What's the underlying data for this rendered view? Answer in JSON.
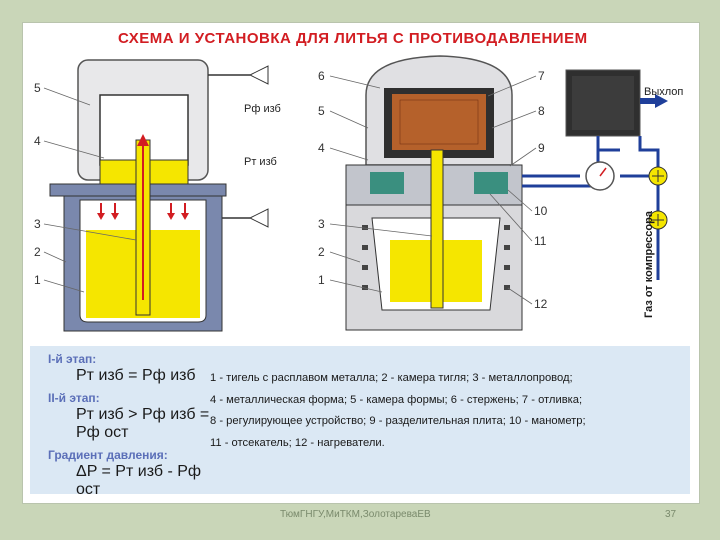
{
  "title": "СХЕМА И УСТАНОВКА ДЛЯ ЛИТЬЯ С ПРОТИВОДАВЛЕНИЕМ",
  "left_diagram": {
    "numbers": [
      "5",
      "4",
      "3",
      "2",
      "1"
    ],
    "pressure_labels": [
      "Pф изб",
      "Pт изб"
    ]
  },
  "right_diagram": {
    "numbers_left": [
      "6",
      "5",
      "4",
      "3",
      "2",
      "1"
    ],
    "numbers_right": [
      "7",
      "8",
      "9",
      "10",
      "11",
      "12"
    ],
    "exhaust_label": "Выхлоп",
    "gas_label": "Газ от компрессора"
  },
  "stages": {
    "stage1_title": "I-й этап:",
    "stage1_formula": "Pт изб = Pф изб",
    "stage2_title": "II-й этап:",
    "stage2_formula": "Pт изб > Pф изб = Pф ост",
    "gradient_title": "Градиент давления:",
    "gradient_formula": "ΔP = Pт изб - Pф ост"
  },
  "legend_items": [
    "1 - тигель с расплавом металла;  2 - камера тигля;  3 - металлопровод;",
    "4 - металлическая форма;  5 - камера формы;  6 - стержень;  7 - отливка;",
    "8 - регулирующее устройство;  9 - разделительная плита;  10 - манометр;",
    "11 - отсекатель;  12 - нагреватели."
  ],
  "footer": "ТюмГНГУ,МиТКМ,ЗолотареваЕВ",
  "page_number": "37",
  "colors": {
    "title": "#d21d22",
    "metal": "#f5e600",
    "steel": "#7a88ad",
    "pipe": "#1f3f9a",
    "arrow": "#d21d22"
  }
}
